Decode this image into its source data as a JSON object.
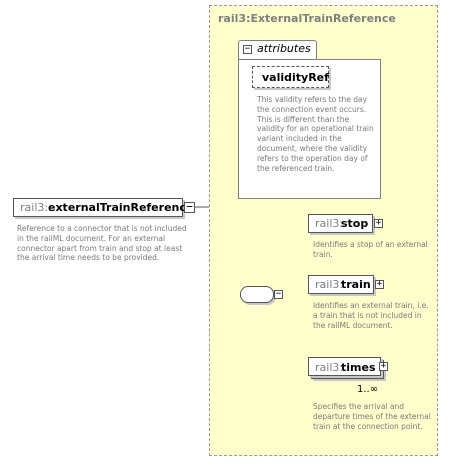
{
  "type": {
    "title": "rail3:ExternalTrainReference"
  },
  "attributes_group": {
    "label": "attributes",
    "toggle": "−",
    "validityRef": {
      "name": "validityRef",
      "doc": "This validity refers to the day the connection event occurs. This is different than the validity for an operational train variant included in the document, where the validity refers to the operation day of the referenced train."
    }
  },
  "root_element": {
    "prefix": "rail3::",
    "name": "externalTrainReference",
    "toggle": "−",
    "doc": "Reference to a connector that is not included in the railML document. For an external connector apart from  train and stop at least the arrival time needs to be provided."
  },
  "sequence": {
    "toggle": "−"
  },
  "children": {
    "stop": {
      "prefix": "rail3:",
      "name": "stop",
      "toggle": "+",
      "doc": "Identifies a stop of an external train."
    },
    "train": {
      "prefix": "rail3:",
      "name": "train",
      "toggle": "+",
      "doc": "Identifies an external train, i.e. a train that is not included in the railML document."
    },
    "times": {
      "prefix": "rail3:",
      "name": "times",
      "toggle": "+",
      "cardinality": "1..∞",
      "doc": "Specifies the arrival and departure times of the external train at the connection point."
    }
  },
  "colors": {
    "type_background": "#ffffcc",
    "border": "#555555",
    "doc_text": "#7a7a7a",
    "prefix_text": "#7f7f7f"
  }
}
